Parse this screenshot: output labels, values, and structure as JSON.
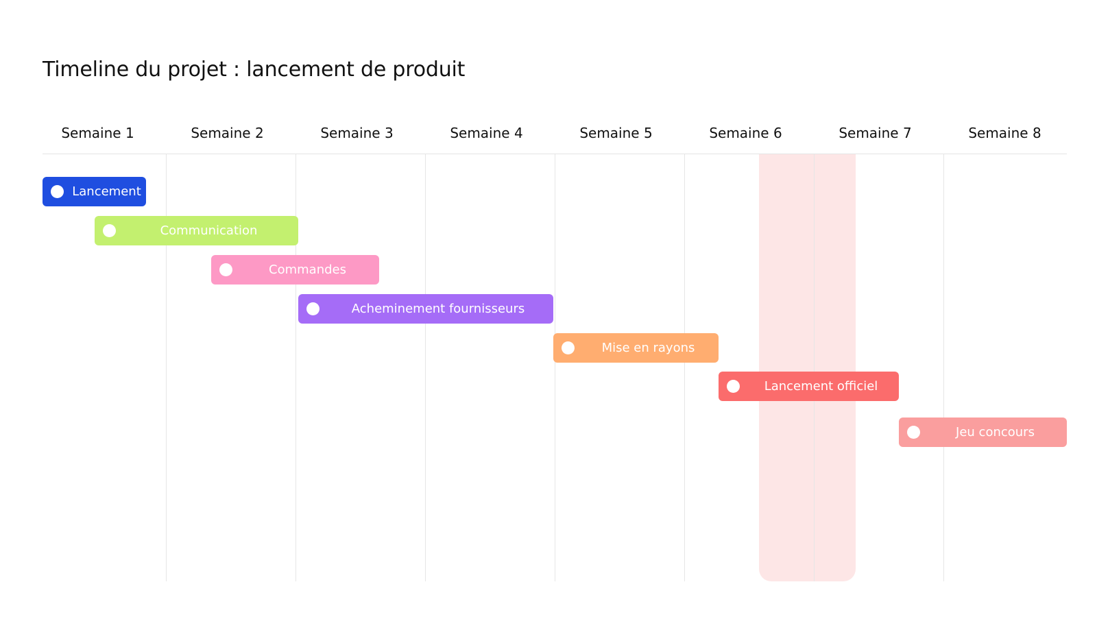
{
  "title": "Timeline du projet : lancement de produit",
  "weeks": [
    "Semaine 1",
    "Semaine 2",
    "Semaine 3",
    "Semaine 4",
    "Semaine 5",
    "Semaine 6",
    "Semaine 7",
    "Semaine 8"
  ],
  "colors": {
    "grid": "#e6e6e6",
    "highlight": "#fde6e6"
  },
  "tasks": [
    {
      "label": "Lancement",
      "color": "#1f4ee0"
    },
    {
      "label": "Communication",
      "color": "#c3f06f"
    },
    {
      "label": "Commandes",
      "color": "#fd99c5"
    },
    {
      "label": "Acheminement fournisseurs",
      "color": "#a56cf7"
    },
    {
      "label": "Mise en rayons",
      "color": "#ffad70"
    },
    {
      "label": "Lancement officiel",
      "color": "#fb6c6c"
    },
    {
      "label": "Jeu concours",
      "color": "#fa9e9e"
    }
  ]
}
